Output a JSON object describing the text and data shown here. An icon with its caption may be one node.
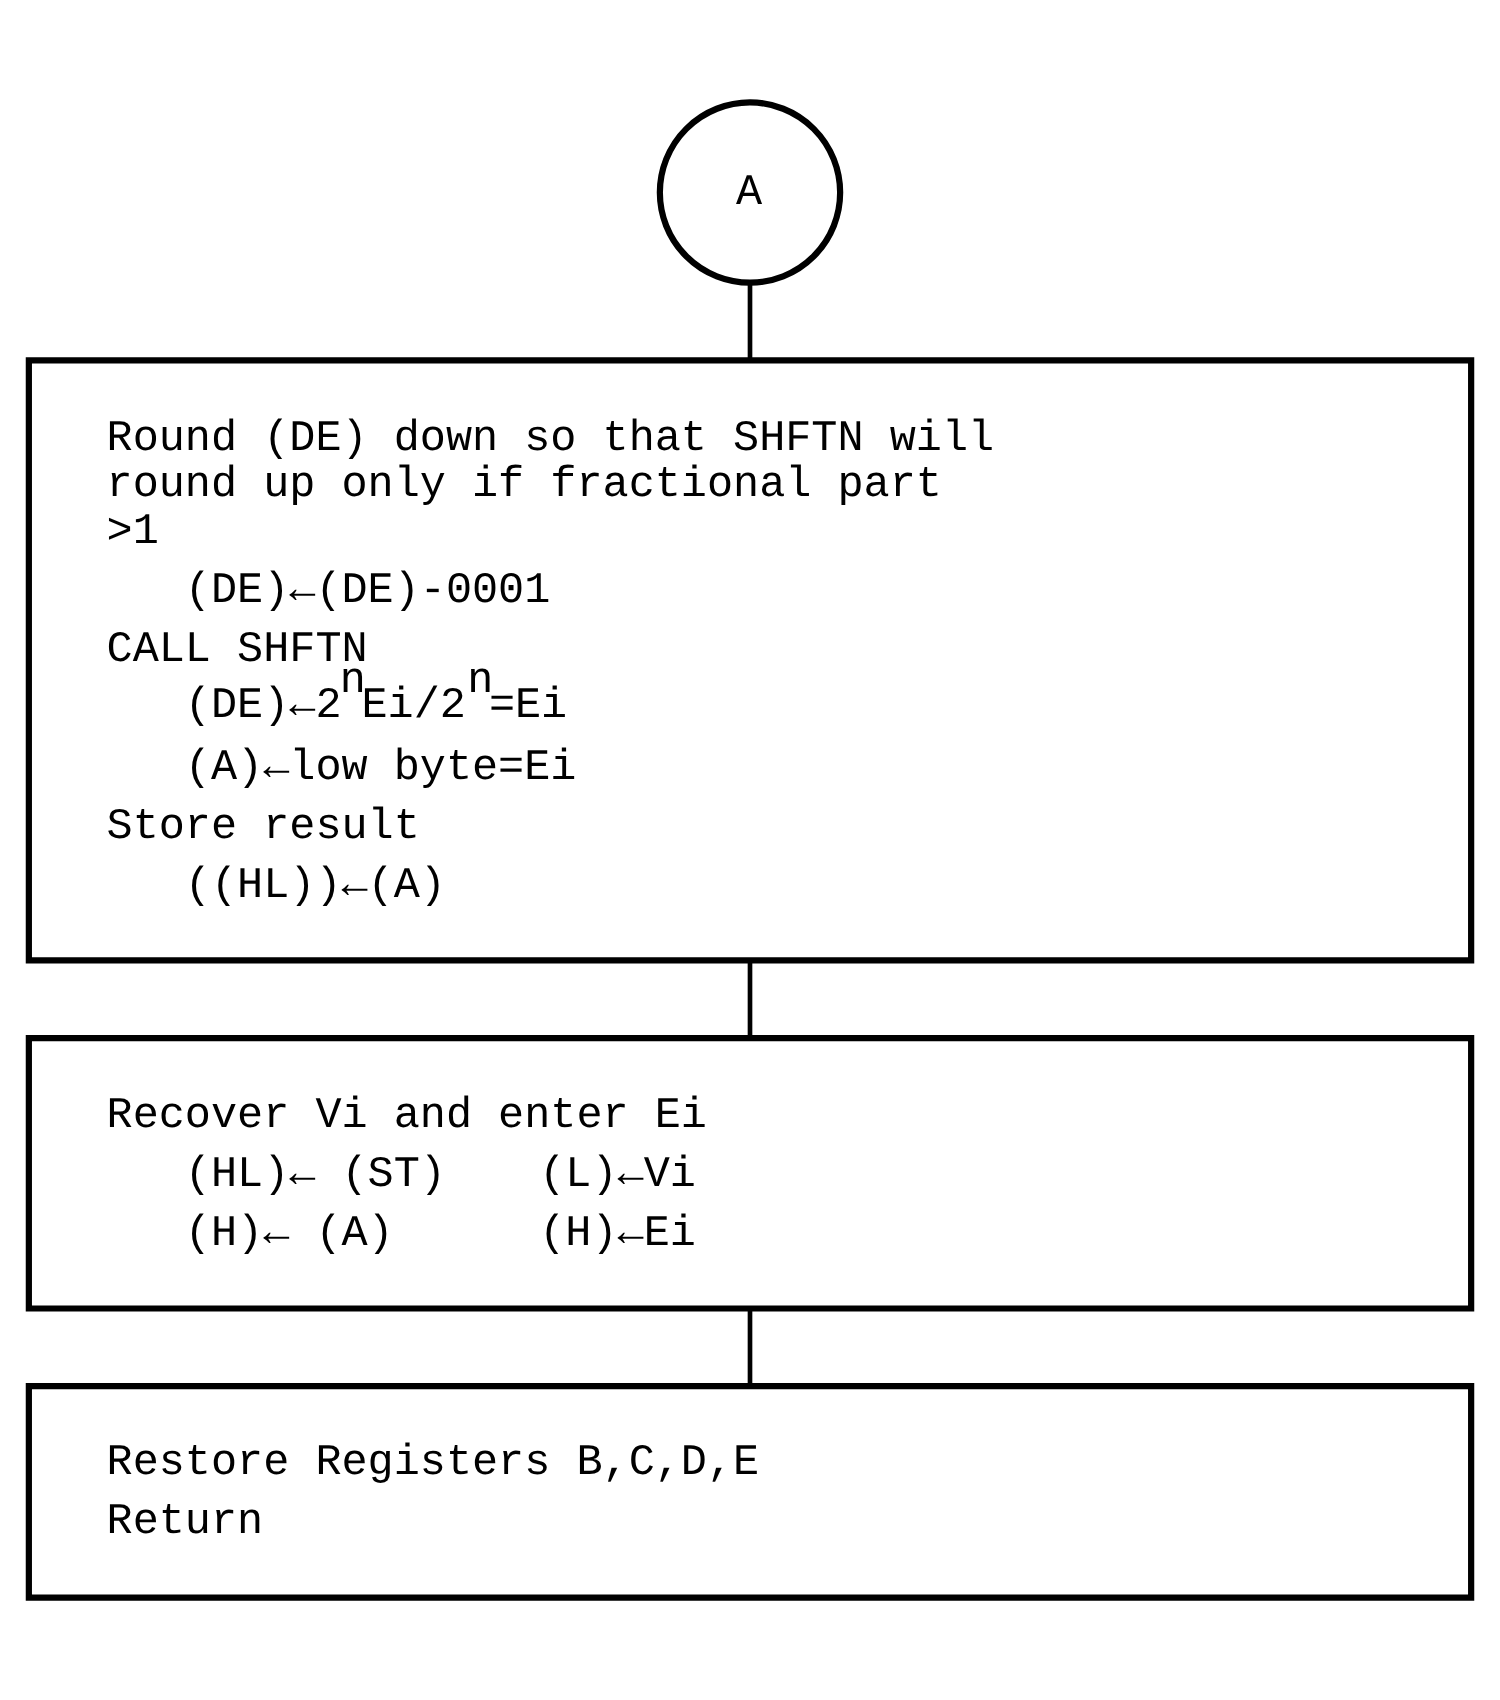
{
  "diagram": {
    "nodes": [
      {
        "text": [
          "A"
        ]
      },
      {
        "text": [
          "Round (DE) down so that SHFTN will round up only if fractional part >1",
          "(DE)←(DE)-0001",
          "CALL SHFTN",
          "(DE)←2$^{n}$Ei/2$^{n}$=Ei",
          "(A)←low byte=Ei",
          "Store result",
          "((HL))←(A)"
        ]
      },
      {
        "text": [
          "Recover Vi and enter Ei",
          "(HL)← (ST)",
          "(L)←Vi",
          "(H)← (A)",
          "(H)←Ei"
        ]
      },
      {
        "text": [
          "Restore Registers B,C,D,E",
          "Return"
        ]
      }
    ],
    "edges": [
      {
        "from": 0,
        "to": 1,
        "arrow": "none"
      },
      {
        "from": 1,
        "to": 2,
        "arrow": "none"
      },
      {
        "from": 2,
        "to": 3,
        "arrow": "none"
      }
    ]
  }
}
